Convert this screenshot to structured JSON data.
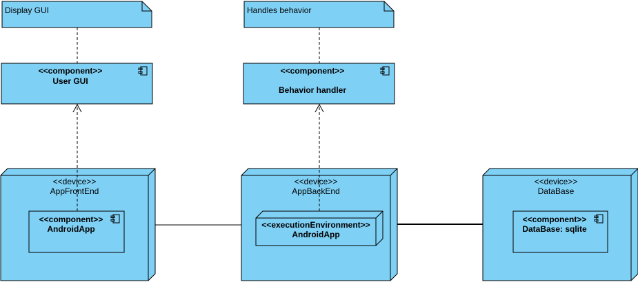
{
  "colors": {
    "fill": "#7FD0F5",
    "stroke": "#000000",
    "background": "#FFFFFF"
  },
  "notes": {
    "display_gui": "Display GUI",
    "handles_behavior": "Handles behavior"
  },
  "components": {
    "user_gui": {
      "stereotype": "<<component>>",
      "name": "User GUI"
    },
    "behavior_handler": {
      "stereotype": "<<component>>",
      "name": "Behavior handler"
    }
  },
  "devices": {
    "front_end": {
      "stereotype": "<<device>>",
      "name": "AppFrontEnd",
      "inner": {
        "stereotype": "<<component>>",
        "name": "AndroidApp"
      }
    },
    "back_end": {
      "stereotype": "<<device>>",
      "name": "AppBackEnd",
      "inner": {
        "stereotype": "<<executionEnvironment>>",
        "name": "AndroidApp"
      }
    },
    "database": {
      "stereotype": "<<device>>",
      "name": "DataBase",
      "inner": {
        "stereotype": "<<component>>",
        "name": "DataBase: sqlite"
      }
    }
  },
  "icons": {
    "component": "component-icon"
  }
}
